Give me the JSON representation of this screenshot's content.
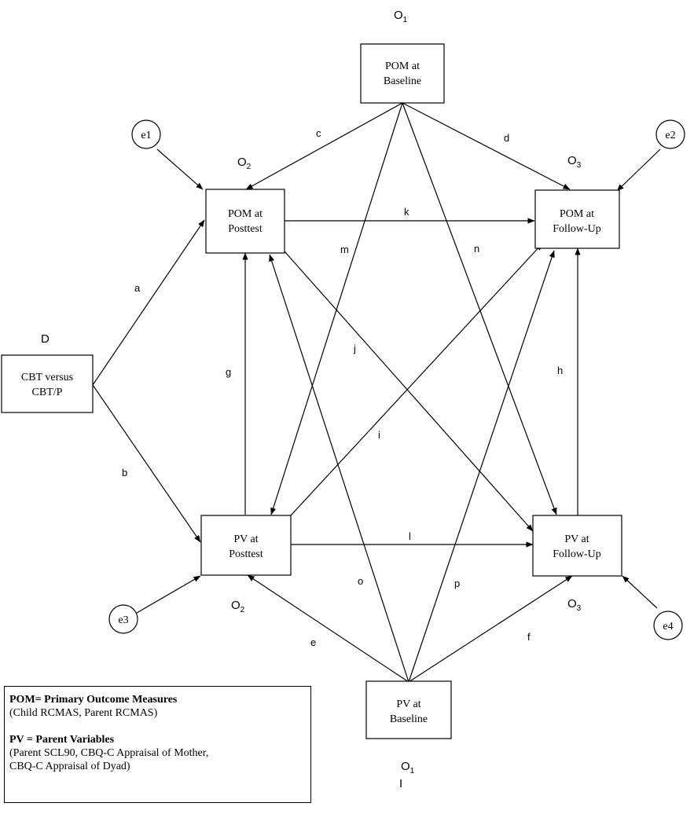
{
  "nodes": {
    "pom_base": [
      "POM  at",
      "Baseline"
    ],
    "pom_post": [
      "POM  at",
      "Posttest"
    ],
    "pom_follow": [
      "POM  at",
      "Follow-Up"
    ],
    "cbt": [
      "CBT versus",
      "CBT/P"
    ],
    "pv_post": [
      "PV at",
      "Posttest"
    ],
    "pv_follow": [
      "PV at",
      "Follow-Up"
    ],
    "pv_base": [
      "PV at",
      "Baseline"
    ]
  },
  "errors": [
    "e1",
    "e2",
    "e3",
    "e4"
  ],
  "occasions": {
    "o1_top": {
      "main": "O",
      "sub": "1"
    },
    "o2_upper": {
      "main": "O",
      "sub": "2"
    },
    "o3_upper": {
      "main": "O",
      "sub": "3"
    },
    "o2_lower": {
      "main": "O",
      "sub": "2"
    },
    "o3_lower": {
      "main": "O",
      "sub": "3"
    },
    "o1_bottom": {
      "main": "O",
      "sub": "1"
    }
  },
  "group_labels": {
    "d": "D",
    "i": "I"
  },
  "edge_labels": {
    "a": "a",
    "b": "b",
    "c": "c",
    "d": "d",
    "e": "e",
    "f": "f",
    "g": "g",
    "h": "h",
    "i": "i",
    "j": "j",
    "k": "k",
    "l": "l",
    "m": "m",
    "n": "n",
    "o": "o",
    "p": "p"
  },
  "legend": {
    "pom_title": "POM= Primary Outcome  Measures",
    "pom_desc": "(Child RCMAS, Parent RCMAS)",
    "pv_title": "PV = Parent Variables",
    "pv_desc_1": "(Parent SCL90, CBQ-C Appraisal of Mother,",
    "pv_desc_2": "CBQ-C Appraisal of Dyad)"
  }
}
